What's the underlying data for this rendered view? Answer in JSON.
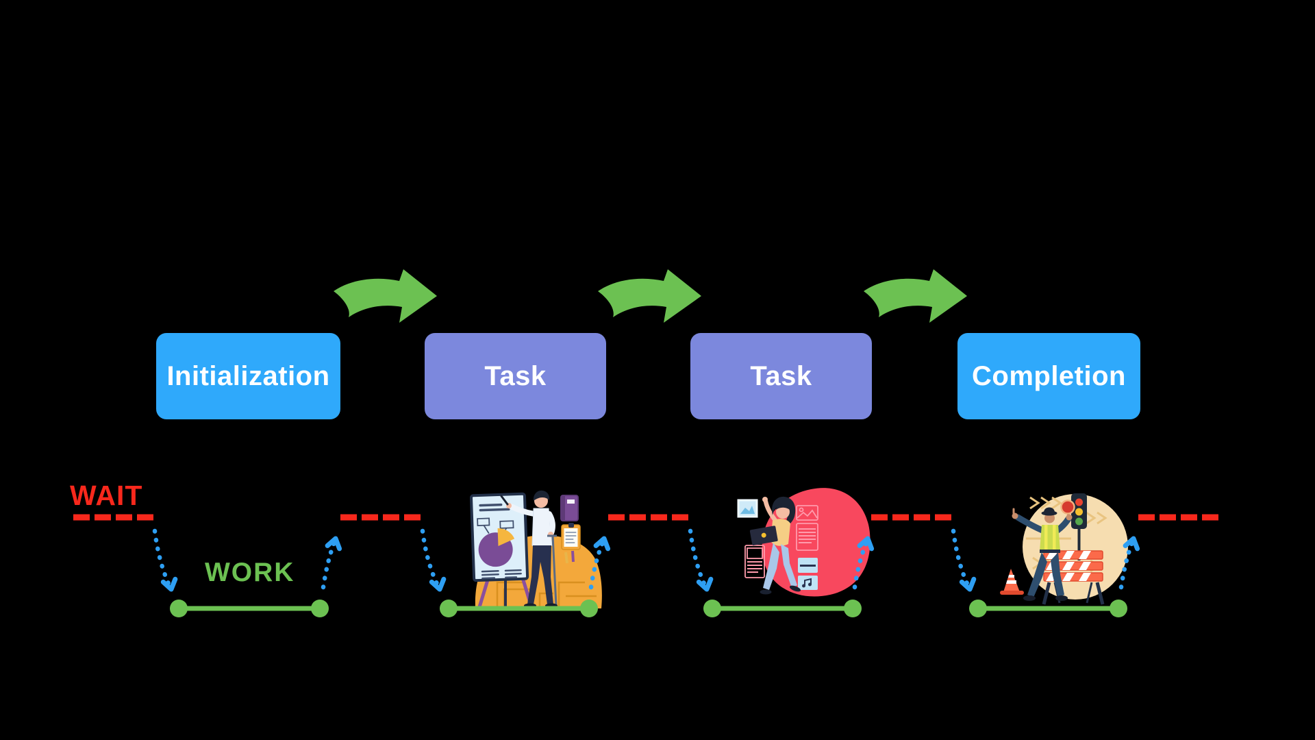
{
  "stages": [
    {
      "label": "Initialization",
      "variant": "blue"
    },
    {
      "label": "Task",
      "variant": "purple"
    },
    {
      "label": "Task",
      "variant": "purple"
    },
    {
      "label": "Completion",
      "variant": "blue"
    }
  ],
  "timeline": {
    "wait_label": "WAIT",
    "work_label": "WORK",
    "wait_segment_count": 5,
    "work_segment_count": 4,
    "transition_down_arrow_count": 4,
    "transition_up_arrow_count": 4
  },
  "illustrations": [
    {
      "name": "presenter-at-whiteboard"
    },
    {
      "name": "woman-with-laptop"
    },
    {
      "name": "traffic-controller"
    }
  ],
  "colors": {
    "background": "#000000",
    "stage_blue": "#2FA9FB",
    "stage_purple": "#7C88DD",
    "stage_text": "#FFFFFF",
    "flow_arrow_green": "#6CC152",
    "wait_red": "#F8281C",
    "work_green": "#6CC152",
    "transition_blue": "#2E9FF3"
  }
}
